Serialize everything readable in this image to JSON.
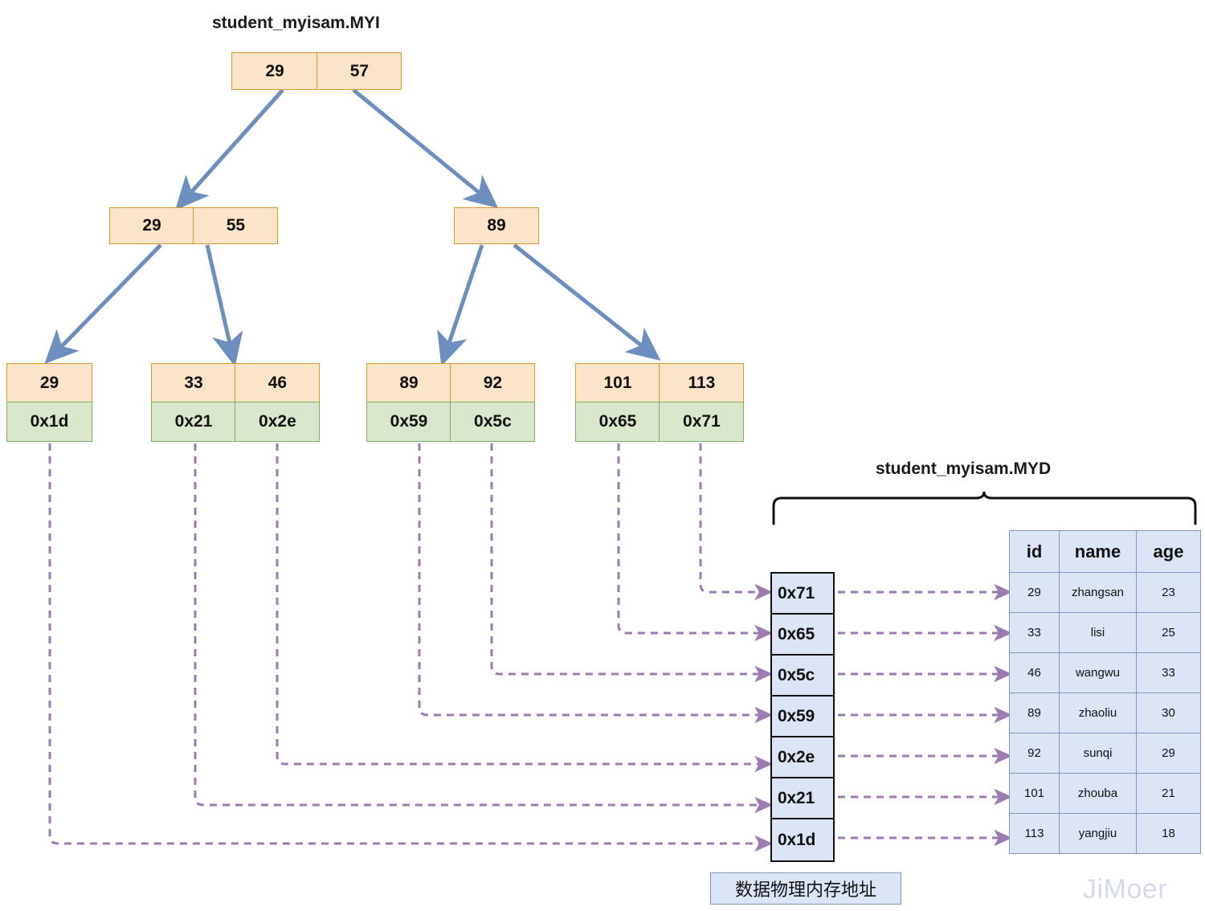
{
  "titles": {
    "index_file": "student_myisam.MYI",
    "data_file": "student_myisam.MYD"
  },
  "btree": {
    "root": {
      "keys": [
        "29",
        "57"
      ]
    },
    "internal": [
      {
        "keys": [
          "29",
          "55"
        ]
      },
      {
        "keys": [
          "89"
        ]
      }
    ],
    "leaves": [
      {
        "keys": [
          "29"
        ],
        "pointers": [
          "0x1d"
        ]
      },
      {
        "keys": [
          "33",
          "46"
        ],
        "pointers": [
          "0x21",
          "0x2e"
        ]
      },
      {
        "keys": [
          "89",
          "92"
        ],
        "pointers": [
          "0x59",
          "0x5c"
        ]
      },
      {
        "keys": [
          "101",
          "113"
        ],
        "pointers": [
          "0x65",
          "0x71"
        ]
      }
    ]
  },
  "address_column": {
    "caption": "数据物理内存地址",
    "cells": [
      "0x71",
      "0x65",
      "0x5c",
      "0x59",
      "0x2e",
      "0x21",
      "0x1d"
    ]
  },
  "data_table": {
    "columns": [
      "id",
      "name",
      "age"
    ],
    "rows": [
      [
        "29",
        "zhangsan",
        "23"
      ],
      [
        "33",
        "lisi",
        "25"
      ],
      [
        "46",
        "wangwu",
        "33"
      ],
      [
        "89",
        "zhaoliu",
        "30"
      ],
      [
        "92",
        "sunqi",
        "29"
      ],
      [
        "101",
        "zhouba",
        "21"
      ],
      [
        "113",
        "yangjiu",
        "18"
      ]
    ]
  },
  "watermark": "JiMoer",
  "colors": {
    "key_fill": "#fce4c8",
    "key_border": "#d99a28",
    "ptr_fill": "#d9e7cd",
    "ptr_border": "#7fae63",
    "tree_arrow": "#6d8fc0",
    "dashed_arrow": "#9b7bb0",
    "table_fill": "#dbe5f5",
    "table_border": "#8098c0"
  }
}
